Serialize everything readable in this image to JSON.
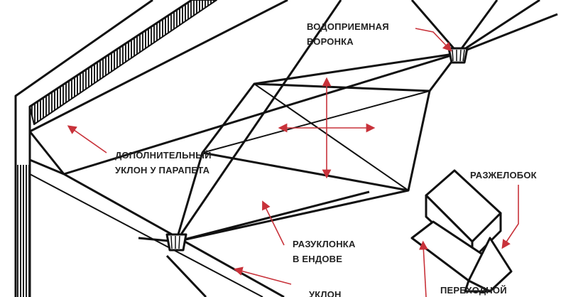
{
  "labels": {
    "funnel_1": "ВОДОПРИЕМНАЯ",
    "funnel_2": "ВОРОНКА",
    "parapet_1": "ДОПОЛНИТЕЛЬНЫЙ",
    "parapet_2": "УКЛОН У ПАРАПЕТА",
    "razzhelobok": "РАЗЖЕЛОБОК",
    "razuklonka_1": "РАЗУКЛОНКА",
    "razuklonka_2": "В ЕНДОВЕ",
    "uklon": "УКЛОН",
    "perekhodnoy": "ПЕРЕХОДНОЙ"
  },
  "colors": {
    "line": "#111111",
    "accent": "#c8323a"
  }
}
